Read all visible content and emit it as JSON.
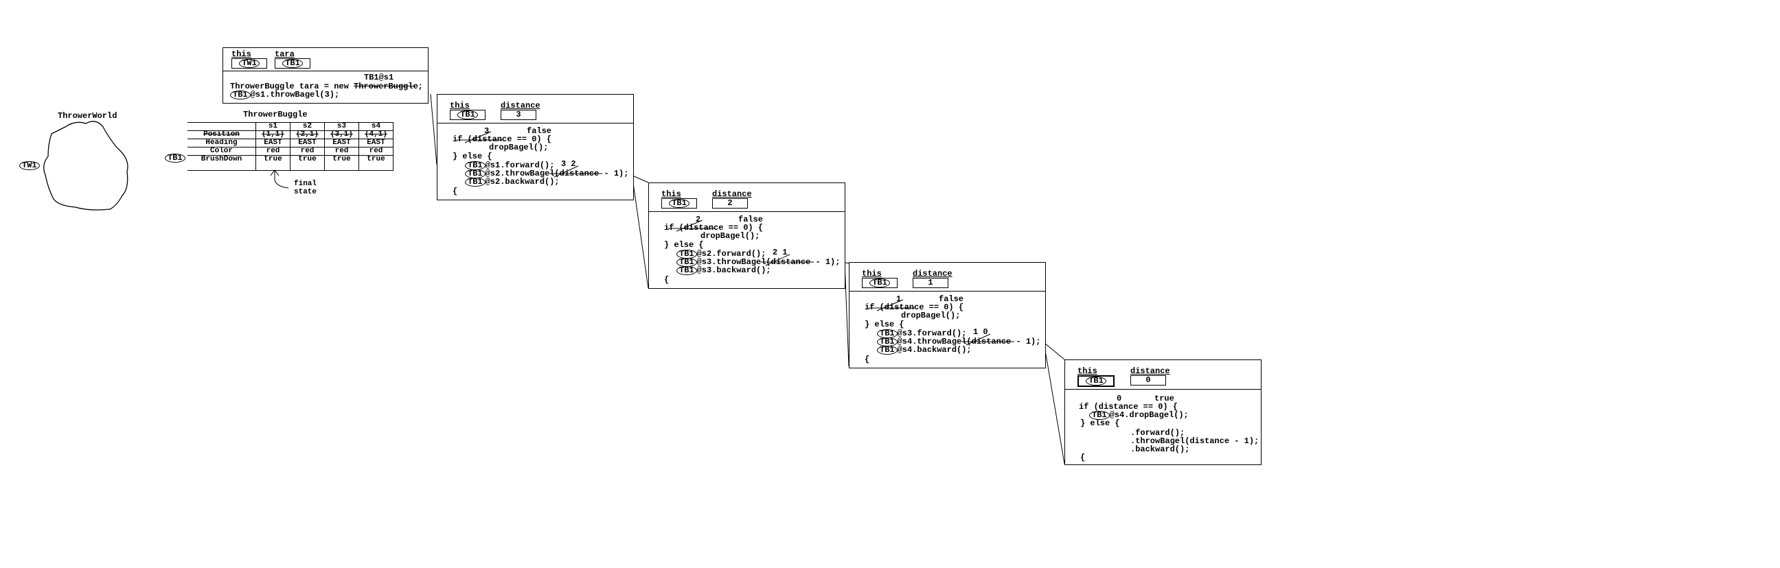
{
  "main_frame": {
    "vars": [
      {
        "label": "this",
        "value": "TW1"
      },
      {
        "label": "tara",
        "value": "TB1"
      }
    ],
    "annotation": "TB1@s1",
    "lines": [
      "ThrowerBuggle tara = new ",
      "ThrowerBuggle",
      ";",
      "TB1",
      "@s1.throwBagel(3);"
    ]
  },
  "world": {
    "title": "ThrowerWorld",
    "ref": "TW1"
  },
  "buggle": {
    "title": "ThrowerBuggle",
    "ref": "TB1",
    "columns": [
      "",
      "s1",
      "s2",
      "s3",
      "s4"
    ],
    "rows": [
      [
        "Position",
        "(1,1)",
        "(2,1)",
        "(3,1)",
        "(4,1)"
      ],
      [
        "Heading",
        "EAST",
        "EAST",
        "EAST",
        "EAST"
      ],
      [
        "Color",
        "red",
        "red",
        "red",
        "red"
      ],
      [
        "BrushDown",
        "true",
        "true",
        "true",
        "true"
      ]
    ],
    "note": "final\nstate"
  },
  "frames": [
    {
      "this": "TB1",
      "distance": "3",
      "dist_ann": "3",
      "cond_ann": "false",
      "if": "if (distance == 0) {",
      "body": "dropBagel();",
      "else": "} else {",
      "l1_ref": "TB1",
      "l1": "@s1.forward();",
      "arg_ann": "3   2",
      "l2_ref": "TB1",
      "l2": "@s2.throwBagel(distance - 1);",
      "l3_ref": "TB1",
      "l3": "@s2.backward();",
      "close": "{"
    },
    {
      "this": "TB1",
      "distance": "2",
      "dist_ann": "2",
      "cond_ann": "false",
      "if": "if (distance == 0) {",
      "body": "dropBagel();",
      "else": "} else {",
      "l1_ref": "TB1",
      "l1": "@s2.forward();",
      "arg_ann": "2   1",
      "l2_ref": "TB1",
      "l2": "@s3.throwBagel(distance - 1);",
      "l3_ref": "TB1",
      "l3": "@s3.backward();",
      "close": "{"
    },
    {
      "this": "TB1",
      "distance": "1",
      "dist_ann": "1",
      "cond_ann": "false",
      "if": "if (distance == 0) {",
      "body": "dropBagel();",
      "else": "} else {",
      "l1_ref": "TB1",
      "l1": "@s3.forward();",
      "arg_ann": "1   0",
      "l2_ref": "TB1",
      "l2": "@s4.throwBagel(distance - 1);",
      "l3_ref": "TB1",
      "l3": "@s4.backward();",
      "close": "{"
    }
  ],
  "last_frame": {
    "this": "TB1",
    "distance": "0",
    "dist_ann": "0",
    "cond_ann": "true",
    "if": "if (distance == 0) {",
    "body_ref": "TB1",
    "body": "@s4.dropBagel();",
    "else": "} else {",
    "l1": ".forward();",
    "l2": ".throwBagel(distance - 1);",
    "l3": ".backward();",
    "close": "{"
  }
}
